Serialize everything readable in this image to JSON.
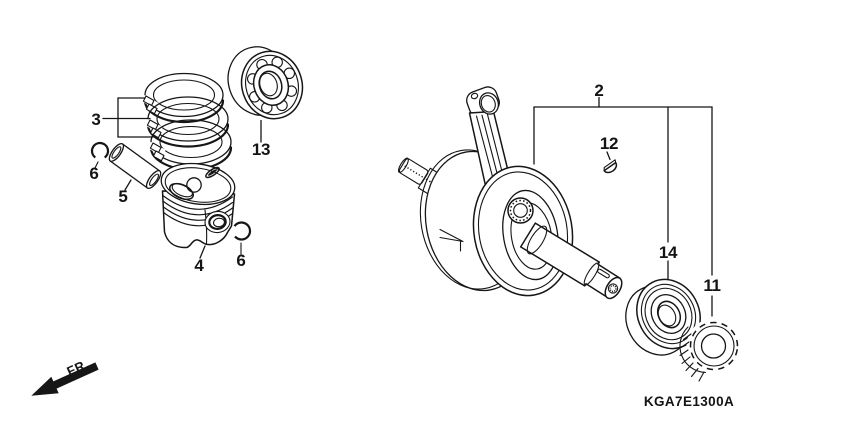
{
  "figure": {
    "code": "KGA7E1300A",
    "front_direction_label": "FR.",
    "callouts": {
      "crankshaft": "2",
      "ring_set": "3",
      "piston": "4",
      "piston_pin": "5",
      "pin_clip_left": "6",
      "pin_clip_right": "6",
      "gear": "11",
      "key": "12",
      "bearing_left": "13",
      "bearing_right": "14"
    },
    "colors": {
      "line": "#161616",
      "background": "#ffffff"
    }
  }
}
